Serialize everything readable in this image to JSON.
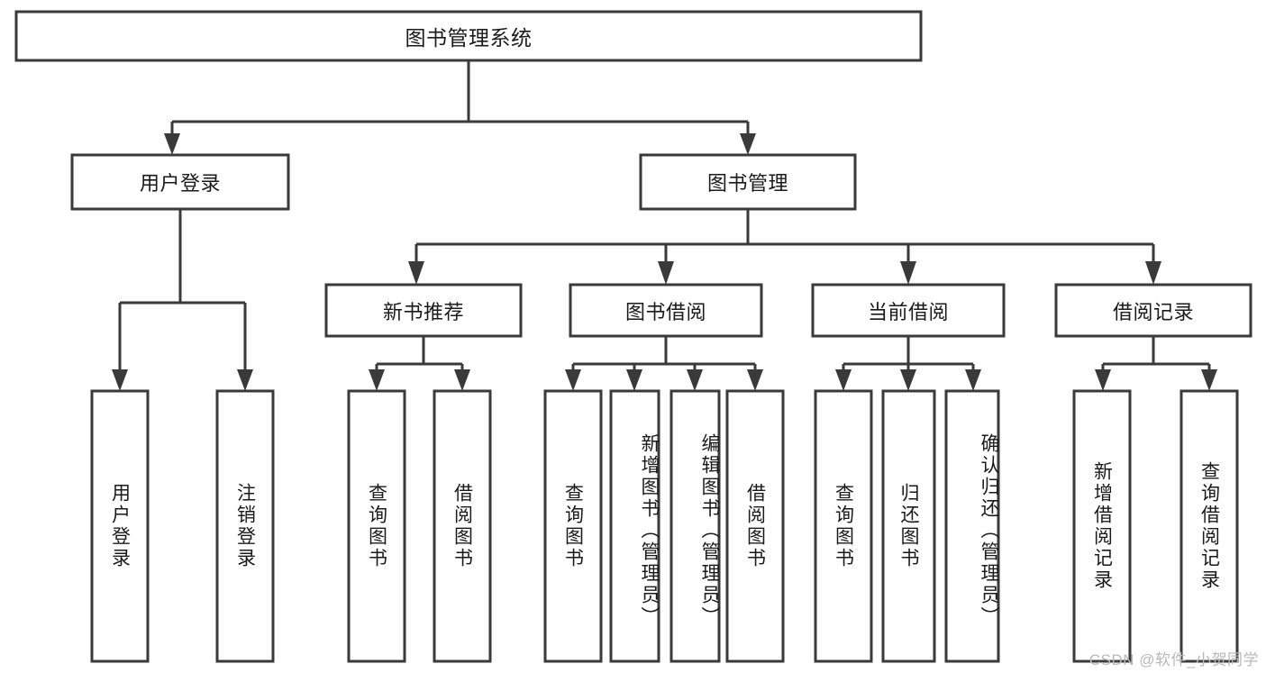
{
  "diagram": {
    "title": "图书管理系统",
    "type": "tree-hierarchy-diagram",
    "colors": {
      "stroke": "#3a3a3a",
      "fill": "#ffffff",
      "text": "#1a1a1a",
      "watermark": "#b9b9b9"
    },
    "levels": {
      "root": {
        "label": "图书管理系统"
      },
      "level2": [
        {
          "id": "user-login",
          "label": "用户登录"
        },
        {
          "id": "book-management",
          "label": "图书管理"
        }
      ],
      "level3": [
        {
          "id": "new-book-recommend",
          "label": "新书推荐",
          "parent": "book-management"
        },
        {
          "id": "book-borrow",
          "label": "图书借阅",
          "parent": "book-management"
        },
        {
          "id": "current-borrow",
          "label": "当前借阅",
          "parent": "book-management"
        },
        {
          "id": "borrow-record",
          "label": "借阅记录",
          "parent": "book-management"
        }
      ],
      "leaves": [
        {
          "id": "leaf-user-login",
          "label": "用户登录",
          "parent": "user-login"
        },
        {
          "id": "leaf-logout-login",
          "label": "注销登录",
          "parent": "user-login"
        },
        {
          "id": "leaf-query-book-1",
          "label": "查询图书",
          "parent": "new-book-recommend"
        },
        {
          "id": "leaf-borrow-book-1",
          "label": "借阅图书",
          "parent": "new-book-recommend"
        },
        {
          "id": "leaf-query-book-2",
          "label": "查询图书",
          "parent": "book-borrow"
        },
        {
          "id": "leaf-add-book-admin",
          "label": "新增图书（管理员）",
          "parent": "book-borrow"
        },
        {
          "id": "leaf-edit-book-admin",
          "label": "编辑图书（管理员）",
          "parent": "book-borrow"
        },
        {
          "id": "leaf-borrow-book-2",
          "label": "借阅图书",
          "parent": "book-borrow"
        },
        {
          "id": "leaf-query-book-3",
          "label": "查询图书",
          "parent": "current-borrow"
        },
        {
          "id": "leaf-return-book",
          "label": "归还图书",
          "parent": "current-borrow"
        },
        {
          "id": "leaf-confirm-return-admin",
          "label": "确认归还（管理员）",
          "parent": "current-borrow"
        },
        {
          "id": "leaf-add-borrow-record",
          "label": "新增借阅记录",
          "parent": "borrow-record"
        },
        {
          "id": "leaf-query-borrow-record",
          "label": "查询借阅记录",
          "parent": "borrow-record"
        }
      ]
    },
    "watermark": "CSDN @软件_小贺同学"
  }
}
